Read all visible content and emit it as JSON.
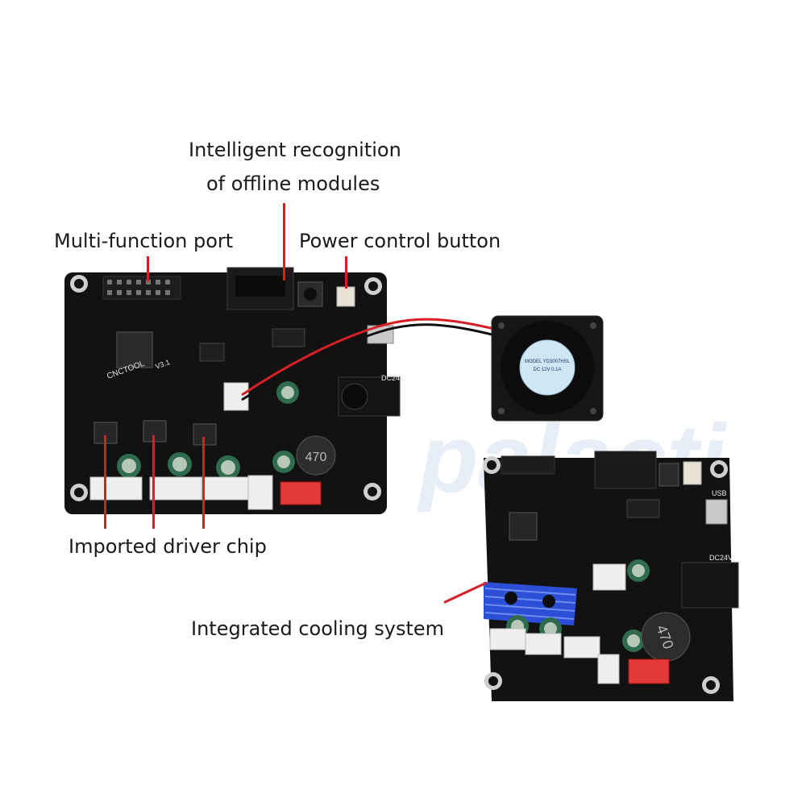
{
  "labels": {
    "recognition_line1": "Intelligent recognition",
    "recognition_line2": "of offline modules",
    "multi_function": "Multi-function port",
    "power_button": "Power control button",
    "driver_chip": "Imported driver chip",
    "cooling": "Integrated cooling system"
  },
  "product_text": {
    "board_model": "CNCTOOL",
    "board_version": "V3.1",
    "fan_model": "MODEL YD3007HSL",
    "fan_rating": "DC 12V 0.1A",
    "inductor_value": "470",
    "power_jack_label": "DC24V",
    "usb_label": "USB"
  },
  "watermark": "palacti",
  "colors": {
    "pcb": "#121212",
    "silkscreen": "#e6e6e6",
    "callout": "#d91f26",
    "heatsink": "#2b4fd6",
    "terminal_red": "#e23a3a",
    "connector_white": "#eeeeee",
    "fan_sticker": "#cfe6f5"
  }
}
